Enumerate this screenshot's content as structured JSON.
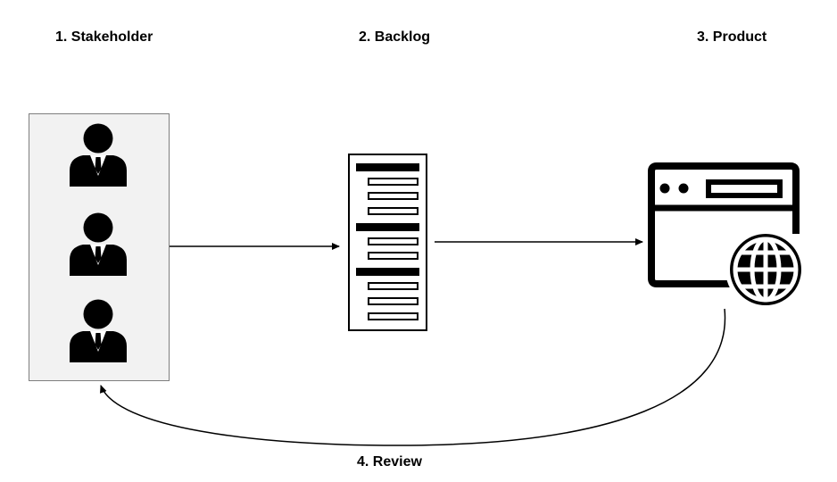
{
  "steps": {
    "stakeholder": "1. Stakeholder",
    "backlog": "2. Backlog",
    "product": "3. Product",
    "review": "4. Review"
  },
  "icons": {
    "stakeholders": [
      "person-icon",
      "person-icon",
      "person-icon"
    ],
    "backlog": "document-list-icon",
    "product": "browser-window-icon",
    "product_badge": "globe-icon"
  },
  "colors": {
    "panel_fill": "#f2f2f2",
    "panel_border": "#7f7f7f",
    "ink": "#000000"
  }
}
